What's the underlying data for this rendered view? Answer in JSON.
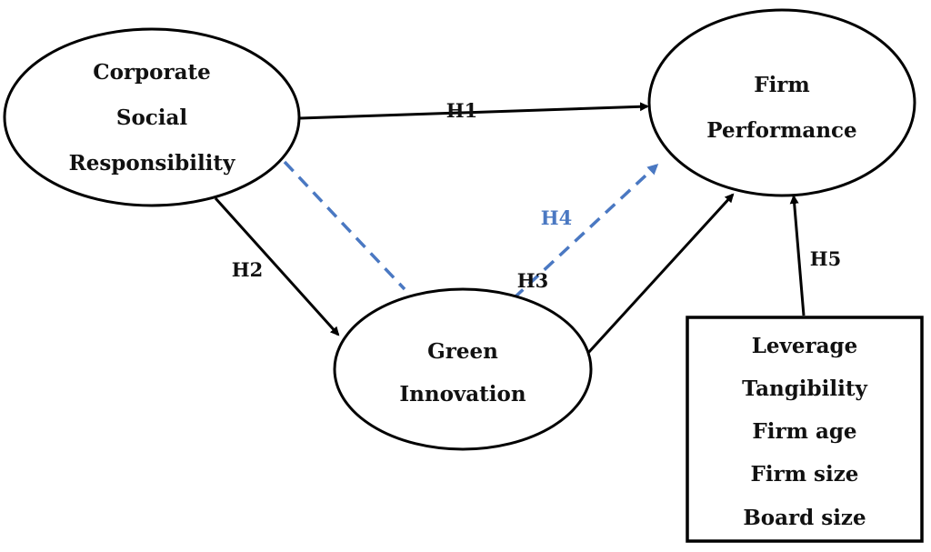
{
  "diagram": {
    "nodes": {
      "csr": {
        "lines": [
          "Corporate",
          "Social",
          "Responsibility"
        ]
      },
      "fp": {
        "lines": [
          "Firm",
          "Performance"
        ]
      },
      "gi": {
        "lines": [
          "Green",
          "Innovation"
        ]
      },
      "controls": {
        "lines": [
          "Leverage",
          "Tangibility",
          "Firm age",
          "Firm size",
          "Board size"
        ]
      }
    },
    "edges": [
      {
        "id": "H1",
        "label": "H1",
        "from": "Corporate Social Responsibility",
        "to": "Firm Performance",
        "style": "solid",
        "color": "#000000"
      },
      {
        "id": "H2",
        "label": "H2",
        "from": "Corporate Social Responsibility",
        "to": "Green Innovation",
        "style": "solid",
        "color": "#000000"
      },
      {
        "id": "H3",
        "label": "H3",
        "from": "Green Innovation",
        "to": "Firm Performance",
        "style": "solid",
        "color": "#000000"
      },
      {
        "id": "H4",
        "label": "H4",
        "from": "Corporate Social Responsibility",
        "via": "Green Innovation",
        "to": "Firm Performance",
        "style": "dashed",
        "color": "#4a78c2"
      },
      {
        "id": "H5",
        "label": "H5",
        "from": "Controls",
        "to": "Firm Performance",
        "style": "solid",
        "color": "#000000"
      }
    ]
  }
}
